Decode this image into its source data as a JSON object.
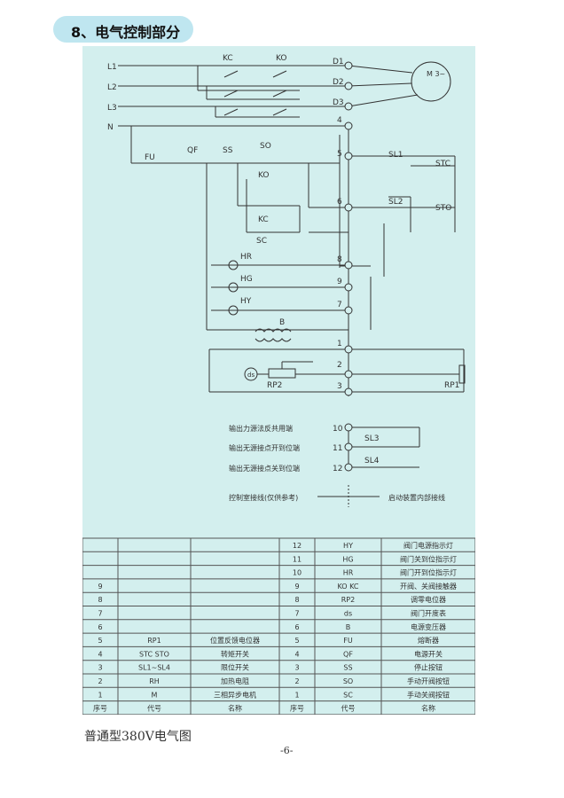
{
  "section": {
    "title": "8、电气控制部分"
  },
  "diagram": {
    "lines": [
      "L1",
      "L2",
      "L3",
      "N"
    ],
    "contactors": {
      "close": "KC",
      "open": "KO"
    },
    "terminals": [
      "D1",
      "D2",
      "D3",
      "4",
      "5",
      "6",
      "8",
      "9",
      "7",
      "1",
      "2",
      "3",
      "10",
      "11",
      "12"
    ],
    "motor_label": "M\n3~",
    "components": {
      "fuse": "FU",
      "breaker": "QF",
      "stop": "SS",
      "open_btn": "SO",
      "close_btn": "SC",
      "ko": "KO",
      "kc": "KC",
      "sl1": "SL1",
      "sl2": "SL2",
      "sl3": "SL3",
      "sl4": "SL4",
      "stc": "STC",
      "sto": "STO",
      "hr": "HR",
      "hg": "HG",
      "hy": "HY",
      "b": "B",
      "ds": "ds",
      "rp1": "RP1",
      "rp2": "RP2"
    },
    "notes": {
      "note10": "输出力源法反共用端",
      "note11": "输出无源接点开到位端",
      "note12": "输出无源接点关到位端",
      "left_label": "控制室接线(仅供参考)",
      "right_label": "启动装置内部接线"
    }
  },
  "table": {
    "rows": [
      {
        "n1": "",
        "c1": "",
        "d1": "",
        "n2": "12",
        "c2": "HY",
        "d2": "阀门电源指示灯"
      },
      {
        "n1": "",
        "c1": "",
        "d1": "",
        "n2": "11",
        "c2": "HG",
        "d2": "阀门关到位指示灯"
      },
      {
        "n1": "",
        "c1": "",
        "d1": "",
        "n2": "10",
        "c2": "HR",
        "d2": "阀门开到位指示灯"
      },
      {
        "n1": "9",
        "c1": "",
        "d1": "",
        "n2": "9",
        "c2": "KO  KC",
        "d2": "开阀、关阀接触器"
      },
      {
        "n1": "8",
        "c1": "",
        "d1": "",
        "n2": "8",
        "c2": "RP2",
        "d2": "调零电位器"
      },
      {
        "n1": "7",
        "c1": "",
        "d1": "",
        "n2": "7",
        "c2": "ds",
        "d2": "阀门开度表"
      },
      {
        "n1": "6",
        "c1": "",
        "d1": "",
        "n2": "6",
        "c2": "B",
        "d2": "电源变压器"
      },
      {
        "n1": "5",
        "c1": "RP1",
        "d1": "位置反馈电位器",
        "n2": "5",
        "c2": "FU",
        "d2": "熔断器"
      },
      {
        "n1": "4",
        "c1": "STC   STO",
        "d1": "转矩开关",
        "n2": "4",
        "c2": "QF",
        "d2": "电源开关"
      },
      {
        "n1": "3",
        "c1": "SL1~SL4",
        "d1": "限位开关",
        "n2": "3",
        "c2": "SS",
        "d2": "停止按钮"
      },
      {
        "n1": "2",
        "c1": "RH",
        "d1": "加热电阻",
        "n2": "2",
        "c2": "SO",
        "d2": "手动开阀按钮"
      },
      {
        "n1": "1",
        "c1": "M",
        "d1": "三相异步电机",
        "n2": "1",
        "c2": "SC",
        "d2": "手动关阀按钮"
      }
    ],
    "header": {
      "n1": "序号",
      "c1": "代号",
      "d1": "名称",
      "n2": "序号",
      "c2": "代号",
      "d2": "名称"
    }
  },
  "caption": "普通型380V电气图",
  "page_number": "-6-"
}
